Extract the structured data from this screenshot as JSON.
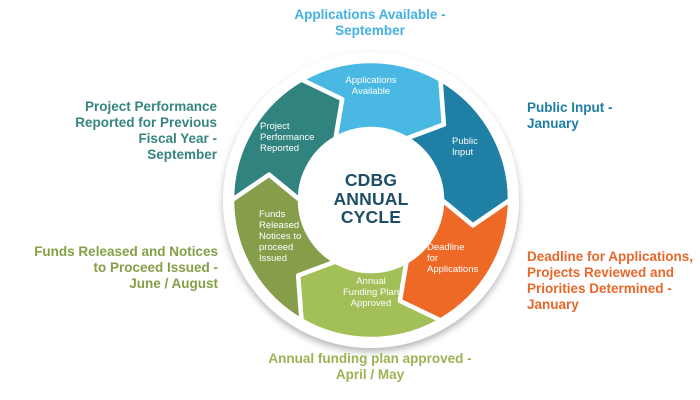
{
  "diagram": {
    "center_title": "CDBG\nANNUAL\nCYCLE",
    "center_title_color": "#1d4e63",
    "segments": [
      {
        "id": "applications-available",
        "label": "Applications\nAvailable",
        "color": "#49b8e3"
      },
      {
        "id": "public-input",
        "label": "Public\nInput",
        "color": "#1f7fa5"
      },
      {
        "id": "deadline-for-applications",
        "label": "Deadline\nfor\nApplications",
        "color": "#ee6826"
      },
      {
        "id": "annual-funding-plan-approved",
        "label": "Annual\nFunding Plan\nApproved",
        "color": "#a2bf58"
      },
      {
        "id": "funds-released-notices-to-proceed-issued",
        "label": "Funds\nReleased\nNotices to\nproceed\nIssued",
        "color": "#869d4a"
      },
      {
        "id": "project-performance-reported",
        "label": "Project\nPerformance\nReported",
        "color": "#30837f"
      }
    ],
    "callouts": [
      {
        "id": "applications-available",
        "text": "Applications Available -\nSeptember",
        "color": "#45b1e2"
      },
      {
        "id": "public-input",
        "text": "Public Input -\nJanuary",
        "color": "#1e7ea6"
      },
      {
        "id": "deadline-for-applications",
        "text": "Deadline for Applications,\nProjects Reviewed and\nPriorities Determined -\nJanuary",
        "color": "#e8672a"
      },
      {
        "id": "annual-funding-plan-approved",
        "text": "Annual funding plan approved -\nApril / May",
        "color": "#9ab353"
      },
      {
        "id": "funds-released",
        "text": "Funds Released and Notices\nto Proceed Issued -\nJune / August",
        "color": "#83a046"
      },
      {
        "id": "project-performance-reported",
        "text": "Project Performance\nReported for Previous\nFiscal Year -\nSeptember",
        "color": "#35857f"
      }
    ]
  }
}
